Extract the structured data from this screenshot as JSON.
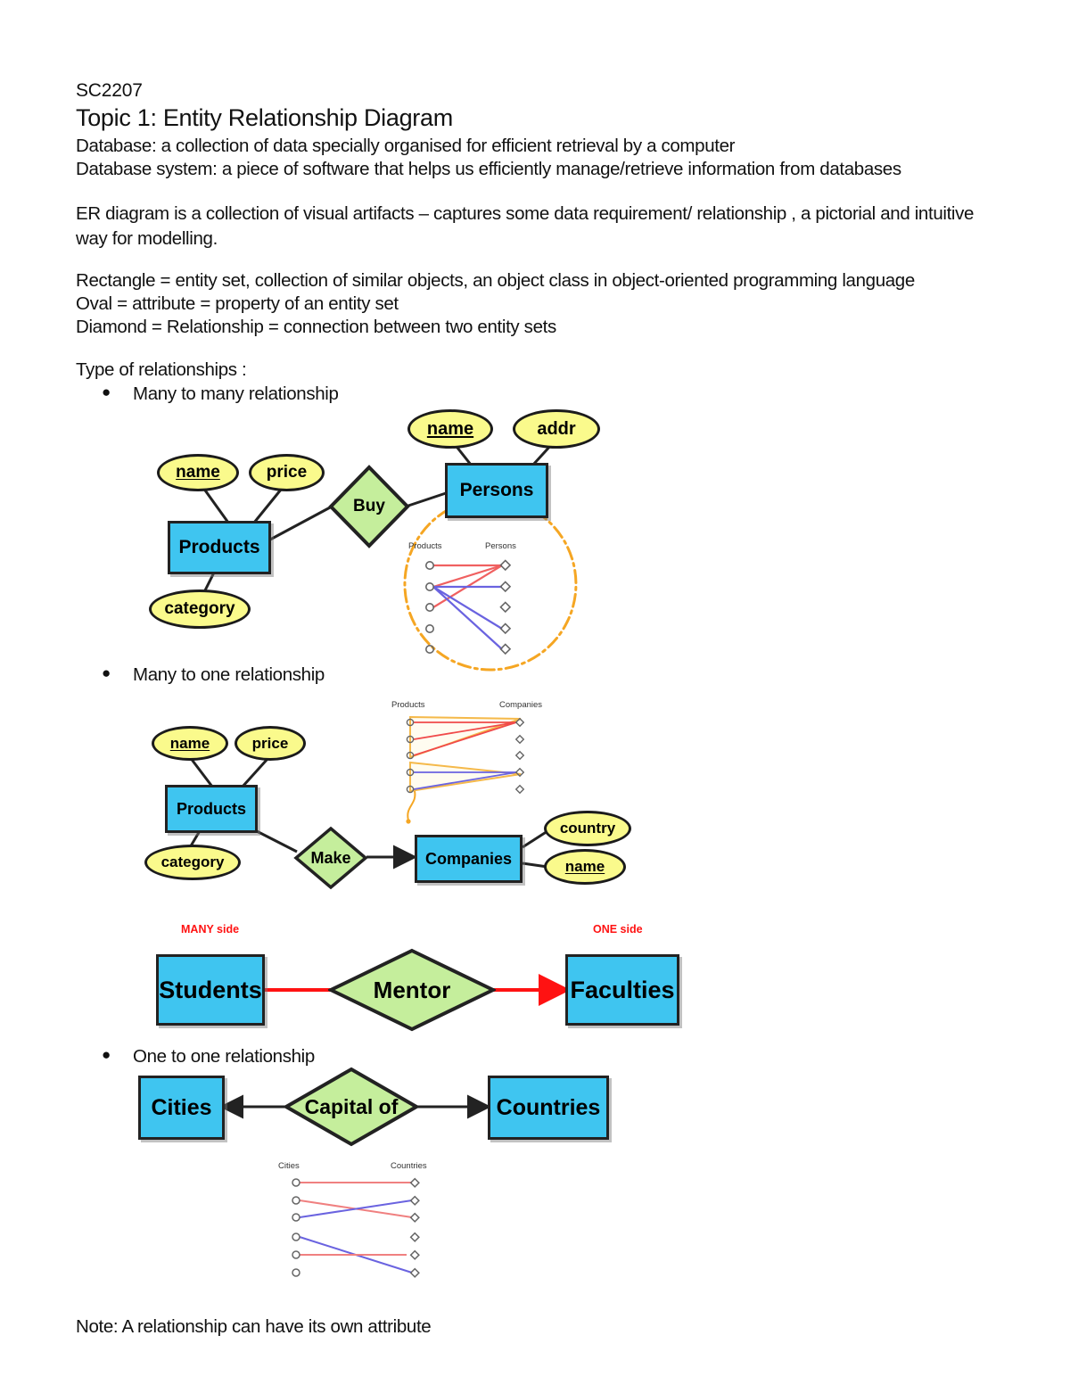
{
  "document": {
    "course_code": "SC2207",
    "title": "Topic 1: Entity Relationship Diagram",
    "paragraphs": [
      "Database: a collection of data specially organised for efficient retrieval by a computer",
      "Database system: a piece of software that helps us efficiently manage/retrieve information from databases",
      "ER diagram is a collection of visual artifacts – captures some data requirement/ relationship , a pictorial and intuitive",
      "way for modelling.",
      "Rectangle = entity set, collection of similar objects, an object class in object-oriented programming language",
      "Oval = attribute = property of an entity set",
      "Diamond = Relationship = connection between two entity sets",
      "Type of relationships :"
    ],
    "bullets": [
      "Many to many relationship",
      "Many to one relationship",
      "One to one relationship"
    ],
    "note": "Note: A relationship can have its own attribute"
  },
  "colors": {
    "entity_fill": "#3FC5F0",
    "attribute_fill": "#FAFA8C",
    "relationship_fill": "#C5EE9C",
    "outline": "#1b1b1b",
    "highlight_red": "#FF1212",
    "inset_red": "#F06060",
    "inset_blue": "#6A63E0",
    "inset_orange": "#F5A623"
  },
  "diagram_many_to_many": {
    "entities": [
      {
        "label": "Products"
      },
      {
        "label": "Persons"
      }
    ],
    "relationship": {
      "label": "Buy"
    },
    "attributes": [
      {
        "label": "name",
        "key": true,
        "entity": "Products"
      },
      {
        "label": "price",
        "key": false,
        "entity": "Products"
      },
      {
        "label": "category",
        "key": false,
        "entity": "Products"
      },
      {
        "label": "name",
        "key": true,
        "entity": "Persons"
      },
      {
        "label": "addr",
        "key": false,
        "entity": "Persons"
      }
    ],
    "inset": {
      "left_caption": "Products",
      "right_caption": "Persons",
      "left_count": 5,
      "right_count": 5,
      "links": [
        {
          "from": 1,
          "to": 1,
          "color": "red"
        },
        {
          "from": 2,
          "to": 1,
          "color": "red"
        },
        {
          "from": 3,
          "to": 1,
          "color": "red"
        },
        {
          "from": 2,
          "to": 2,
          "color": "blue"
        },
        {
          "from": 2,
          "to": 4,
          "color": "blue"
        },
        {
          "from": 2,
          "to": 5,
          "color": "blue"
        }
      ]
    }
  },
  "diagram_many_to_one": {
    "entities": [
      {
        "label": "Products"
      },
      {
        "label": "Companies"
      }
    ],
    "relationship": {
      "label": "Make"
    },
    "attributes": [
      {
        "label": "name",
        "key": true,
        "entity": "Products"
      },
      {
        "label": "price",
        "key": false,
        "entity": "Products"
      },
      {
        "label": "category",
        "key": false,
        "entity": "Products"
      },
      {
        "label": "country",
        "key": false,
        "entity": "Companies"
      },
      {
        "label": "name",
        "key": true,
        "entity": "Companies"
      }
    ],
    "inset": {
      "left_caption": "Products",
      "right_caption": "Companies",
      "left_count": 5,
      "right_count": 5,
      "links": [
        {
          "from": 1,
          "to": 1,
          "color": "red"
        },
        {
          "from": 2,
          "to": 1,
          "color": "red"
        },
        {
          "from": 3,
          "to": 1,
          "color": "red"
        },
        {
          "from": 4,
          "to": 4,
          "color": "blue"
        },
        {
          "from": 5,
          "to": 4,
          "color": "blue"
        }
      ]
    }
  },
  "diagram_mentor": {
    "left_entity": "Students",
    "right_entity": "Faculties",
    "relationship": "Mentor",
    "left_side_label": "MANY side",
    "right_side_label": "ONE side"
  },
  "diagram_one_to_one": {
    "left_entity": "Cities",
    "right_entity": "Countries",
    "relationship": "Capital of",
    "inset": {
      "left_caption": "Cities",
      "right_caption": "Countries",
      "left_count": 6,
      "right_count": 6,
      "links": [
        {
          "from": 1,
          "to": 1,
          "color": "red"
        },
        {
          "from": 2,
          "to": 3,
          "color": "red"
        },
        {
          "from": 3,
          "to": 2,
          "color": "blue"
        },
        {
          "from": 4,
          "to": 6,
          "color": "blue"
        },
        {
          "from": 5,
          "to": 5,
          "color": "red"
        }
      ]
    }
  }
}
